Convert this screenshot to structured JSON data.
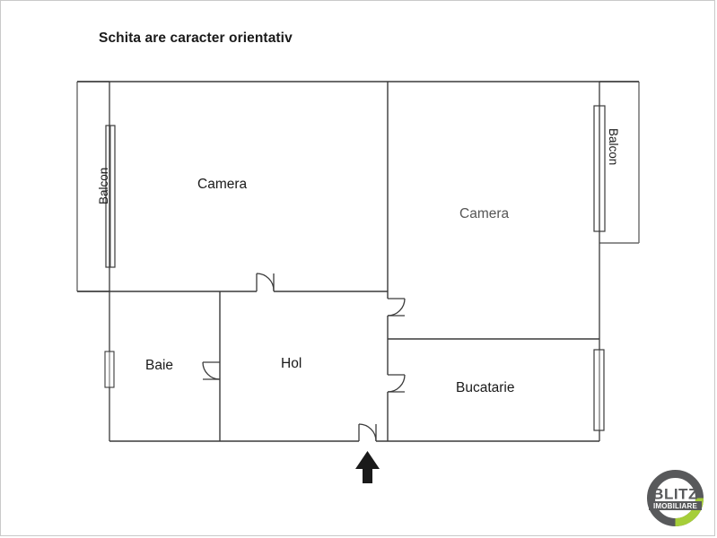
{
  "document": {
    "type": "floor-plan",
    "title": "Schita are caracter orientativ",
    "language": "ro"
  },
  "rooms": [
    {
      "id": "camera-1",
      "label": "Camera",
      "position": "top-left"
    },
    {
      "id": "camera-2",
      "label": "Camera",
      "position": "top-right"
    },
    {
      "id": "baie",
      "label": "Baie",
      "position": "bottom-left"
    },
    {
      "id": "hol",
      "label": "Hol",
      "position": "bottom-center"
    },
    {
      "id": "bucatarie",
      "label": "Bucatarie",
      "position": "bottom-right"
    }
  ],
  "balconies": [
    {
      "id": "balcon-left",
      "label": "Balcon",
      "position": "left",
      "orientation": "vertical-ccw"
    },
    {
      "id": "balcon-right",
      "label": "Balcon",
      "position": "right",
      "orientation": "vertical-cw"
    }
  ],
  "annotations": {
    "entrance_marker": "entrance-arrow",
    "entrance_direction": "up"
  },
  "logo": {
    "name": "BLITZ IMOBILIARE",
    "primary_text": "BLITZ",
    "secondary_text": "IMOBILIARE",
    "ring_color": "#58595b",
    "accent_color": "#a6ce39",
    "text_color": "#58595b"
  },
  "colors": {
    "wall": "#3a3a3a",
    "thin_wall": "#6a6a6a",
    "background": "#ffffff",
    "border": "#c9c9c9",
    "text": "#1a1a1a",
    "text_light": "#555555"
  }
}
